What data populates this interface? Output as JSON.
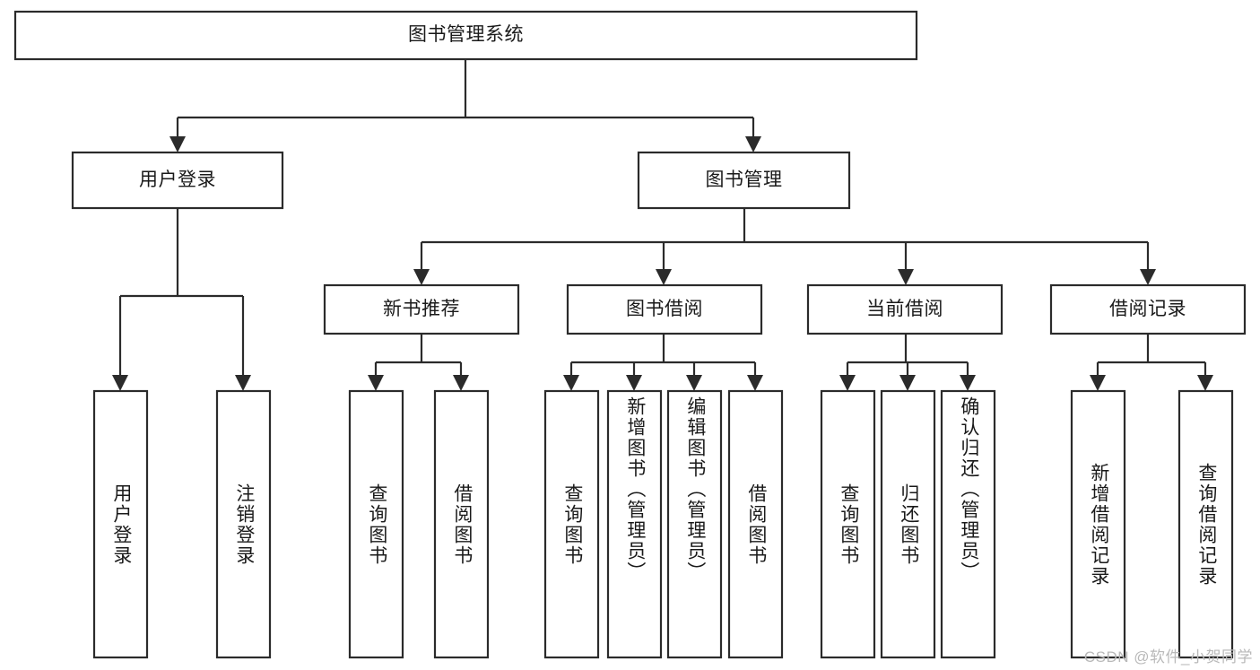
{
  "diagram": {
    "title": "图书管理系统",
    "type": "tree-hierarchy-chart",
    "watermark": "CSDN @软件_小贺同学",
    "colors": {
      "box_stroke": "#2b2b2b",
      "box_fill": "#ffffff",
      "connector": "#2b2b2b",
      "text": "#1a1a1a",
      "background": "#ffffff",
      "watermark": "#b9b9b9"
    },
    "nodes": {
      "root": {
        "label": "图书管理系统"
      },
      "level2": [
        {
          "label": "用户登录"
        },
        {
          "label": "图书管理"
        }
      ],
      "level3": [
        {
          "label": "新书推荐"
        },
        {
          "label": "图书借阅"
        },
        {
          "label": "当前借阅"
        },
        {
          "label": "借阅记录"
        }
      ],
      "leaves_user_login": [
        {
          "label": "用户登录"
        },
        {
          "label": "注销登录"
        }
      ],
      "leaves_new_book": [
        {
          "label": "查询图书"
        },
        {
          "label": "借阅图书"
        }
      ],
      "leaves_borrow": [
        {
          "label": "查询图书"
        },
        {
          "label": "新增图书（管理员）"
        },
        {
          "label": "编辑图书（管理员）"
        },
        {
          "label": "借阅图书"
        }
      ],
      "leaves_current": [
        {
          "label": "查询图书"
        },
        {
          "label": "归还图书"
        },
        {
          "label": "确认归还（管理员）"
        }
      ],
      "leaves_record": [
        {
          "label": "新增借阅记录"
        },
        {
          "label": "查询借阅记录"
        }
      ]
    }
  }
}
